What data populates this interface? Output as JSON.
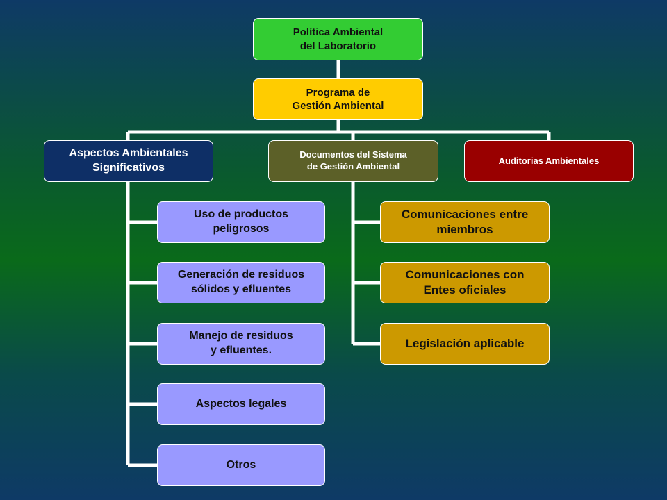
{
  "diagram": {
    "root": {
      "label": "Política Ambiental\ndel Laboratorio"
    },
    "program": {
      "label": "Programa de\nGestión Ambiental"
    },
    "branches": [
      {
        "label": "Aspectos Ambientales\nSignificativos"
      },
      {
        "label": "Documentos  del Sistema\nde Gestión  Ambiental"
      },
      {
        "label": "Auditorias  Ambientales"
      }
    ],
    "aspects_items": [
      {
        "label": "Uso de productos\npeligrosos"
      },
      {
        "label": "Generación de residuos\nsólidos y efluentes"
      },
      {
        "label": "Manejo de residuos\ny efluentes."
      },
      {
        "label": "Aspectos legales"
      },
      {
        "label": "Otros"
      }
    ],
    "documents_items": [
      {
        "label": "Comunicaciones entre\nmiembros"
      },
      {
        "label": "Comunicaciones con\nEntes oficiales"
      },
      {
        "label": "Legislación aplicable"
      }
    ],
    "colors": {
      "root": "#33cc33",
      "program": "#ffcc00",
      "aspects": "#0e2f66",
      "documents": "#5c6028",
      "audits": "#990000",
      "aspect_items": "#9999ff",
      "document_items": "#cc9900",
      "connectors": "#ffffff"
    }
  }
}
